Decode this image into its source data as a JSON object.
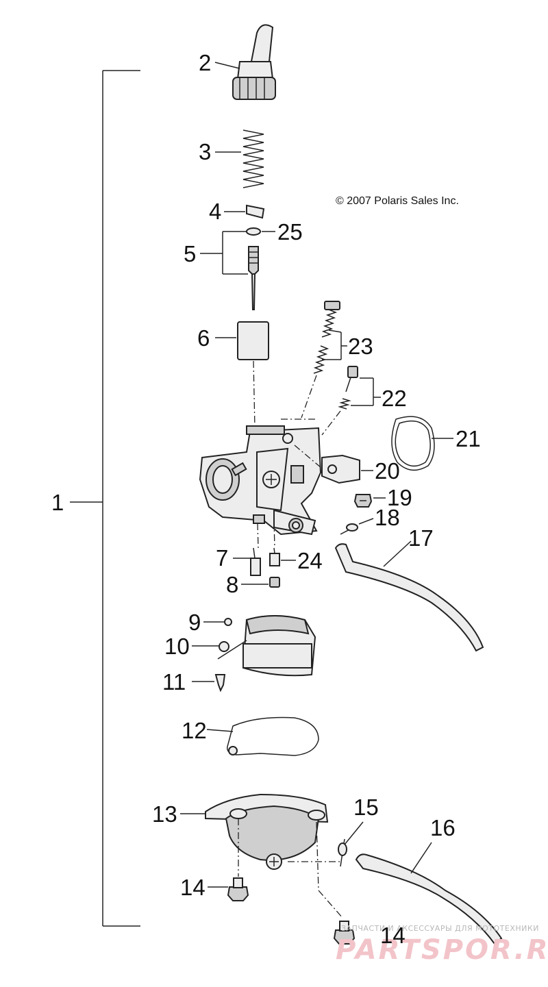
{
  "copyright": "© 2007 Polaris Sales Inc.",
  "callouts": {
    "c1": "1",
    "c2": "2",
    "c3": "3",
    "c4": "4",
    "c5": "5",
    "c6": "6",
    "c7": "7",
    "c8": "8",
    "c9": "9",
    "c10": "10",
    "c11": "11",
    "c12": "12",
    "c13": "13",
    "c14a": "14",
    "c14b": "14",
    "c15": "15",
    "c16": "16",
    "c17": "17",
    "c18": "18",
    "c19": "19",
    "c20": "20",
    "c21": "21",
    "c22": "22",
    "c23": "23",
    "c24": "24",
    "c25": "25"
  },
  "watermark": {
    "tagline": "ЗАПЧАСТИ И АКСЕССУАРЫ ДЛЯ МОТОТЕХНИКИ",
    "brand": "PARTSPOR.RU"
  }
}
